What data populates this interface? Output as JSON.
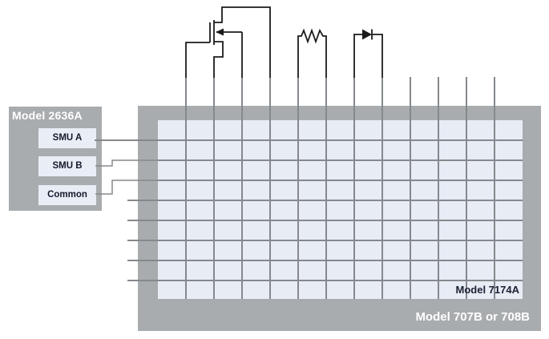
{
  "smu_panel": {
    "title": "Model 2636A",
    "terminals": [
      "SMU A",
      "SMU B",
      "Common"
    ]
  },
  "matrix": {
    "card_label": "Model 7174A",
    "mainframe_label": "Model 707B or 708B",
    "columns": 12,
    "rows": 8
  },
  "components": [
    {
      "name": "mosfet-symbol"
    },
    {
      "name": "resistor-symbol"
    },
    {
      "name": "diode-symbol"
    }
  ],
  "colors": {
    "frame_gray": "#a9acae",
    "card_blue": "#e7ecf5",
    "grid_line": "#85898d",
    "wire_gray": "#85898d",
    "component_black": "#1b1b1b",
    "navy_text": "#1a2133",
    "white_text": "#ffffff"
  }
}
